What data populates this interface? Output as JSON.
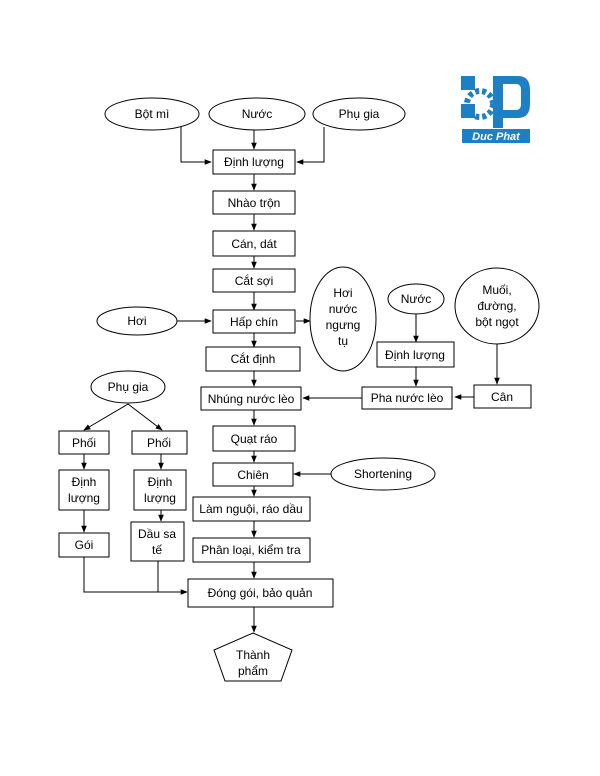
{
  "logo": {
    "text": "Duc Phat",
    "colors": {
      "primary": "#1d7fc4",
      "text": "#ffffff"
    }
  },
  "nodes": {
    "bot_mi": "Bột mì",
    "nuoc": "Nước",
    "phu_gia": "Phụ gia",
    "dinh_luong": "Định lượng",
    "nhao_tron": "Nhào trộn",
    "can_dat": "Cán, dát",
    "cat_soi": "Cắt sợi",
    "hoi": "Hơi",
    "hap_chin": "Hấp chín",
    "hoi_nuoc_ngung_tu": [
      "Hơi",
      "nước",
      "ngưng",
      "tụ"
    ],
    "nuoc_2": "Nước",
    "muoi_duong_bot_ngot": [
      "Muối,",
      "đường,",
      "bột ngọt"
    ],
    "cat_dinh": "Cắt định",
    "dinh_luong_2": "Định lượng",
    "can": "Cân",
    "pha_nuoc_leo": "Pha nước lèo",
    "nhung_nuoc_leo": "Nhúng nước lèo",
    "phu_gia_2": "Phụ gia",
    "phoi_1": "Phối",
    "phoi_2": "Phối",
    "dinh_luong_left_1": [
      "Định",
      "lượng"
    ],
    "dinh_luong_left_2": [
      "Định",
      "lượng"
    ],
    "goi": "Gói",
    "dau_sa_te": [
      "Dầu sa",
      "tế"
    ],
    "quat_rao": "Quạt ráo",
    "chien": "Chiên",
    "shortening": "Shortening",
    "lam_nguoi": "Làm nguội, ráo dầu",
    "phan_loai": "Phân loại, kiểm tra",
    "dong_goi": "Đóng gói, bảo quản",
    "thanh_pham": [
      "Thành",
      "phẩm"
    ]
  }
}
